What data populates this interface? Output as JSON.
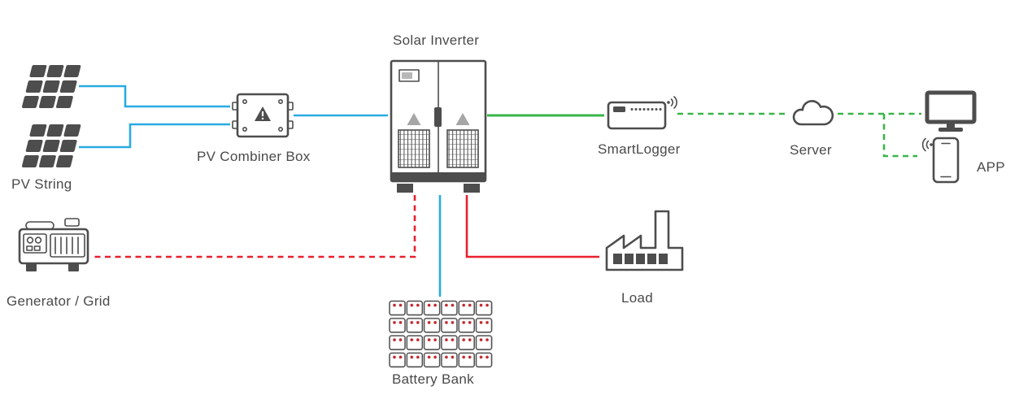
{
  "colors": {
    "blue": "#29abe2",
    "green": "#39b54a",
    "red": "#e8212e",
    "dark": "#4d4d4d",
    "terminal_red": "#c1272d"
  },
  "nodes": {
    "pv_string": {
      "label": "PV String"
    },
    "pv_combiner_box": {
      "label": "PV Combiner Box"
    },
    "solar_inverter": {
      "label": "Solar Inverter"
    },
    "smartlogger": {
      "label": "SmartLogger"
    },
    "server": {
      "label": "Server"
    },
    "app": {
      "label": "APP"
    },
    "generator_grid": {
      "label": "Generator / Grid"
    },
    "load": {
      "label": "Load"
    },
    "battery_bank": {
      "label": "Battery Bank"
    }
  },
  "edges": [
    {
      "from": "pv_string",
      "to": "pv_combiner_box",
      "style": "solid",
      "color": "blue"
    },
    {
      "from": "pv_string",
      "to": "pv_combiner_box",
      "style": "solid",
      "color": "blue"
    },
    {
      "from": "pv_combiner_box",
      "to": "solar_inverter",
      "style": "solid",
      "color": "blue"
    },
    {
      "from": "solar_inverter",
      "to": "smartlogger",
      "style": "solid",
      "color": "green"
    },
    {
      "from": "smartlogger",
      "to": "server",
      "style": "dashed",
      "color": "green"
    },
    {
      "from": "server",
      "to": "app",
      "style": "dashed",
      "color": "green"
    },
    {
      "from": "solar_inverter",
      "to": "generator_grid",
      "style": "dashed",
      "color": "red"
    },
    {
      "from": "solar_inverter",
      "to": "battery_bank",
      "style": "solid",
      "color": "blue"
    },
    {
      "from": "solar_inverter",
      "to": "load",
      "style": "solid",
      "color": "red"
    }
  ]
}
